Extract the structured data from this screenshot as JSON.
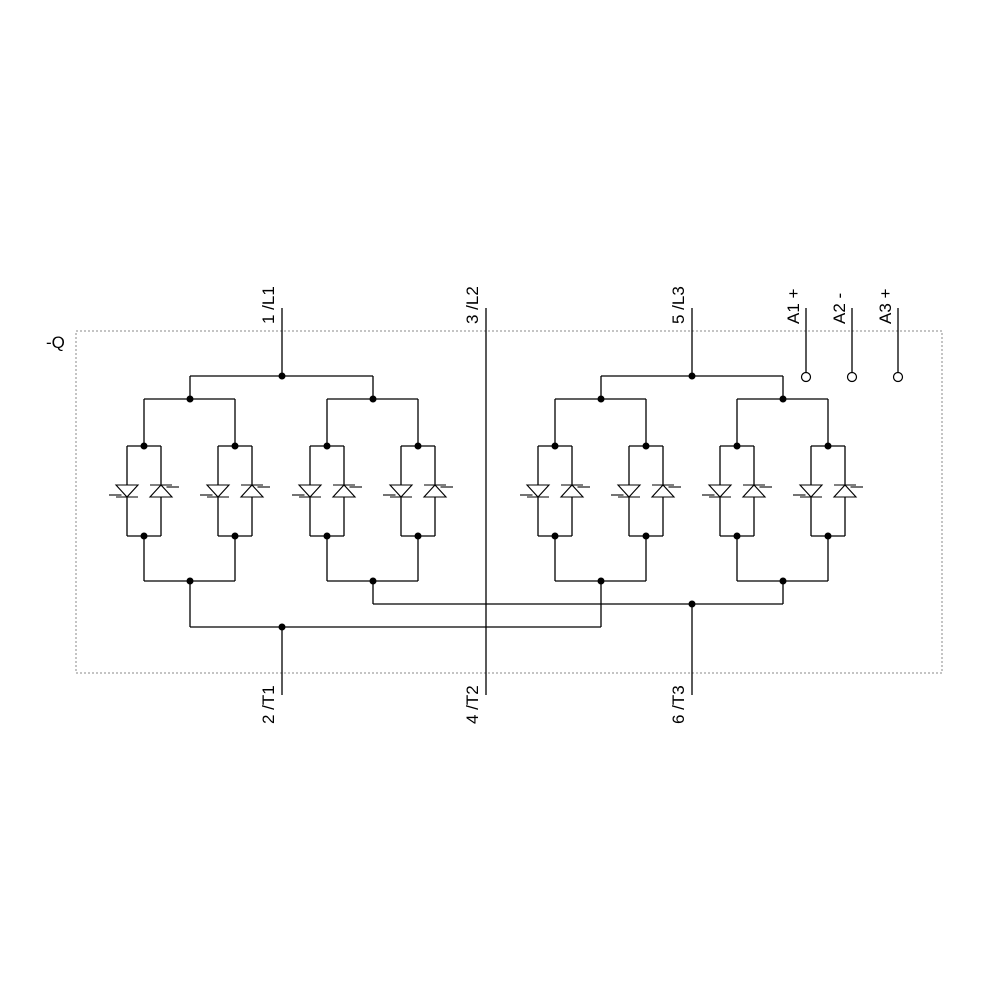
{
  "device_label": "-Q",
  "terminals": {
    "line": [
      "1 /L1",
      "3 /L2",
      "5 /L3"
    ],
    "load": [
      "2 /T1",
      "4 /T2",
      "6 /T3"
    ],
    "control": [
      "A1 +",
      "A2 -",
      "A3 +"
    ]
  },
  "thyristor_pairs_per_group": 4,
  "colors": {
    "line": "#000000",
    "enclosure": "#888888",
    "background": "#ffffff"
  }
}
